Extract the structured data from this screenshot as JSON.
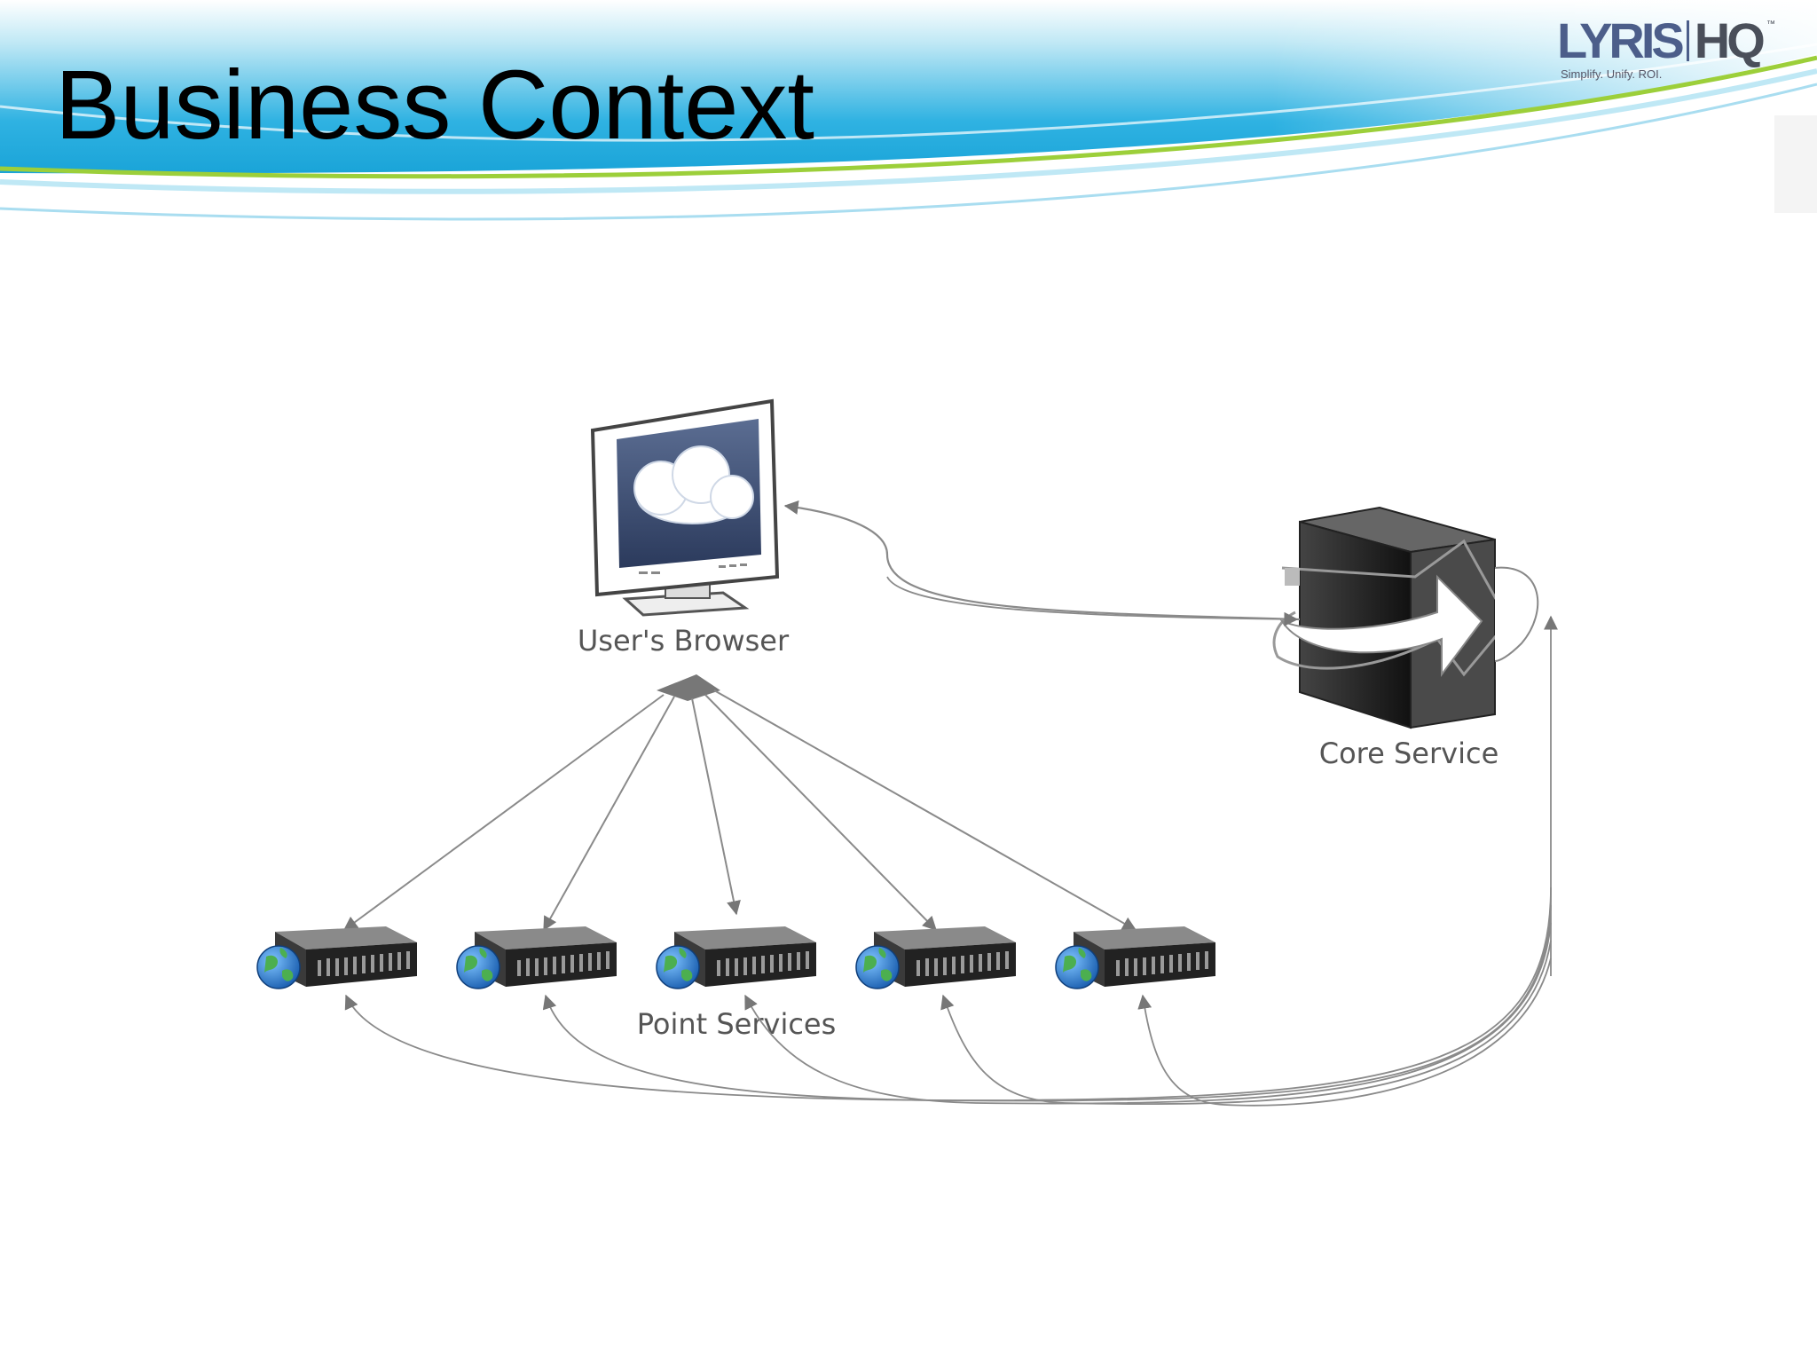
{
  "slide": {
    "title": "Business Context",
    "logo": {
      "name_part1": "LYRIS",
      "name_part2": "HQ",
      "trademark": "™",
      "tagline": "Simplify. Unify. ROI."
    }
  },
  "diagram": {
    "nodes": {
      "browser": {
        "label": "User's Browser",
        "icon": "monitor-cloud-icon"
      },
      "core": {
        "label": "Core Service",
        "icon": "server-tower-icon"
      },
      "point_services": {
        "label": "Point Services",
        "icon": "web-server-icon",
        "count": 5
      }
    },
    "edges": [
      {
        "from": "core",
        "to": "browser"
      },
      {
        "from": "browser",
        "to": "point_services"
      },
      {
        "from": "point_services",
        "to": "core"
      },
      {
        "from": "core",
        "to": "core"
      }
    ]
  },
  "colors": {
    "header_blue": "#29aee0",
    "header_green": "#9ccf3a",
    "arrow": "#8a8a8a",
    "label": "#555555"
  }
}
